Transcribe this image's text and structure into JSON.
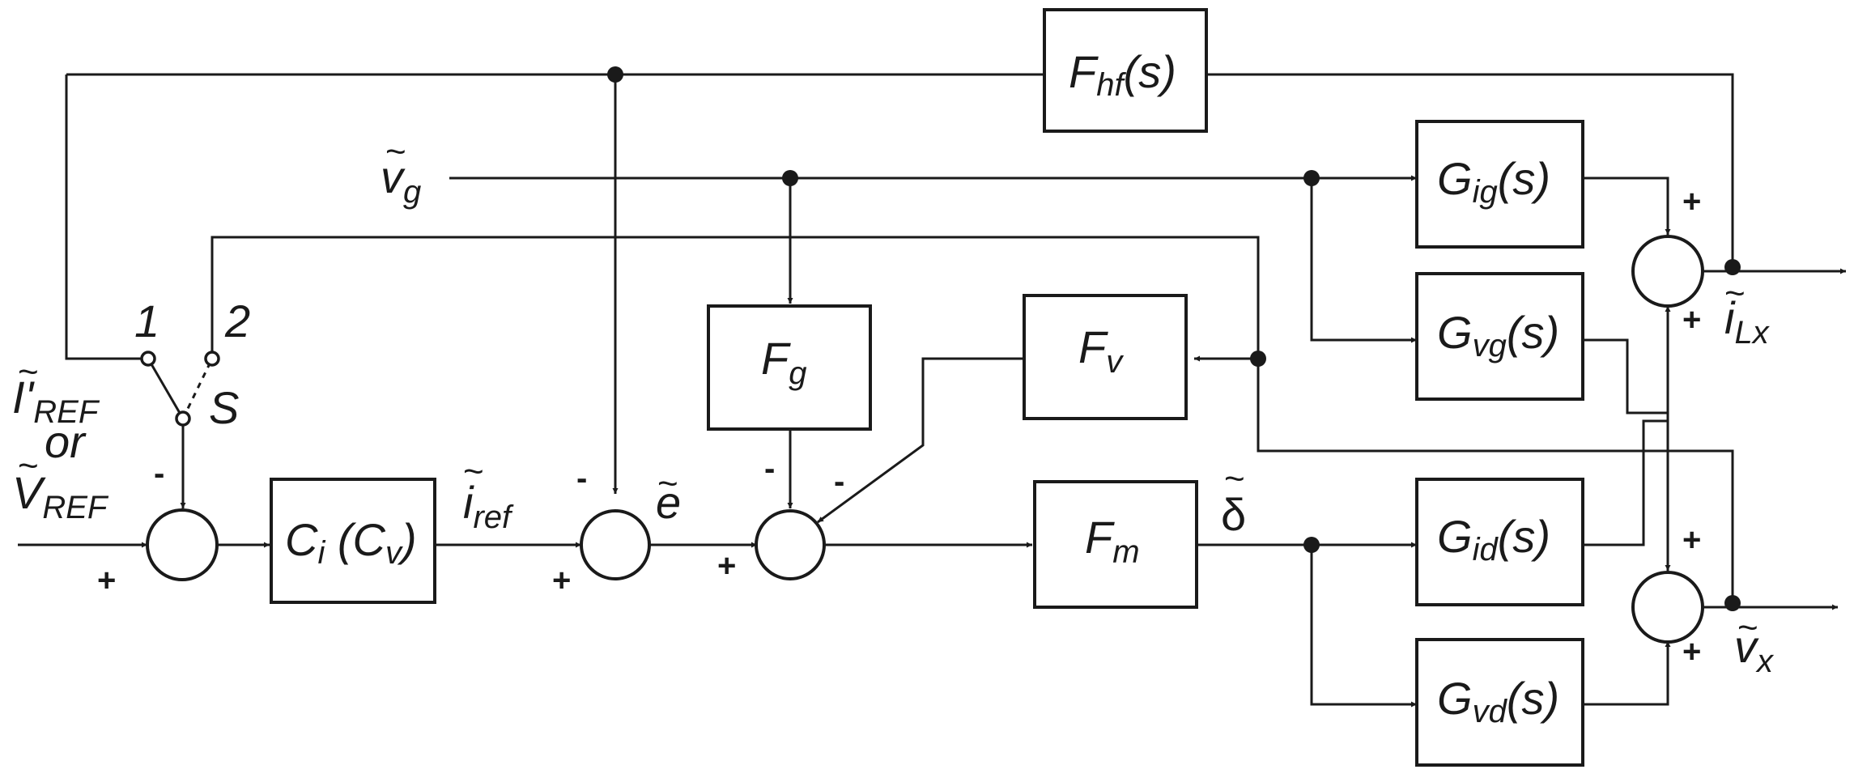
{
  "blocks": {
    "fhf": {
      "main": "F",
      "sub": "hf",
      "arg": "(s)"
    },
    "gig": {
      "main": "G",
      "sub": "ig",
      "arg": "(s)"
    },
    "gvg": {
      "main": "G",
      "sub": "vg",
      "arg": "(s)"
    },
    "gid": {
      "main": "G",
      "sub": "id",
      "arg": "(s)"
    },
    "gvd": {
      "main": "G",
      "sub": "vd",
      "arg": "(s)"
    },
    "fg": {
      "main": "F",
      "sub": "g"
    },
    "fv": {
      "main": "F",
      "sub": "v"
    },
    "fm": {
      "main": "F",
      "sub": "m"
    },
    "ci": {
      "main": "C",
      "sub": "i",
      "mid": " (C",
      "sub2": "v",
      "end": ")"
    }
  },
  "signals": {
    "vg": {
      "main": "v",
      "sub": "g"
    },
    "iref": {
      "main": "i",
      "sub": "ref"
    },
    "e": {
      "main": "e"
    },
    "delta": {
      "main": "δ"
    },
    "ilx": {
      "main": "i",
      "sub": "Lx"
    },
    "vx": {
      "main": "v",
      "sub": "x"
    },
    "input_iref": {
      "main": "I'",
      "sub": "REF"
    },
    "input_or": "or",
    "input_vref": {
      "main": "V",
      "sub": "REF"
    }
  },
  "switch": {
    "pos1": "1",
    "pos2": "2",
    "name": "S"
  },
  "signs": {
    "plus": "+",
    "minus": "-"
  }
}
